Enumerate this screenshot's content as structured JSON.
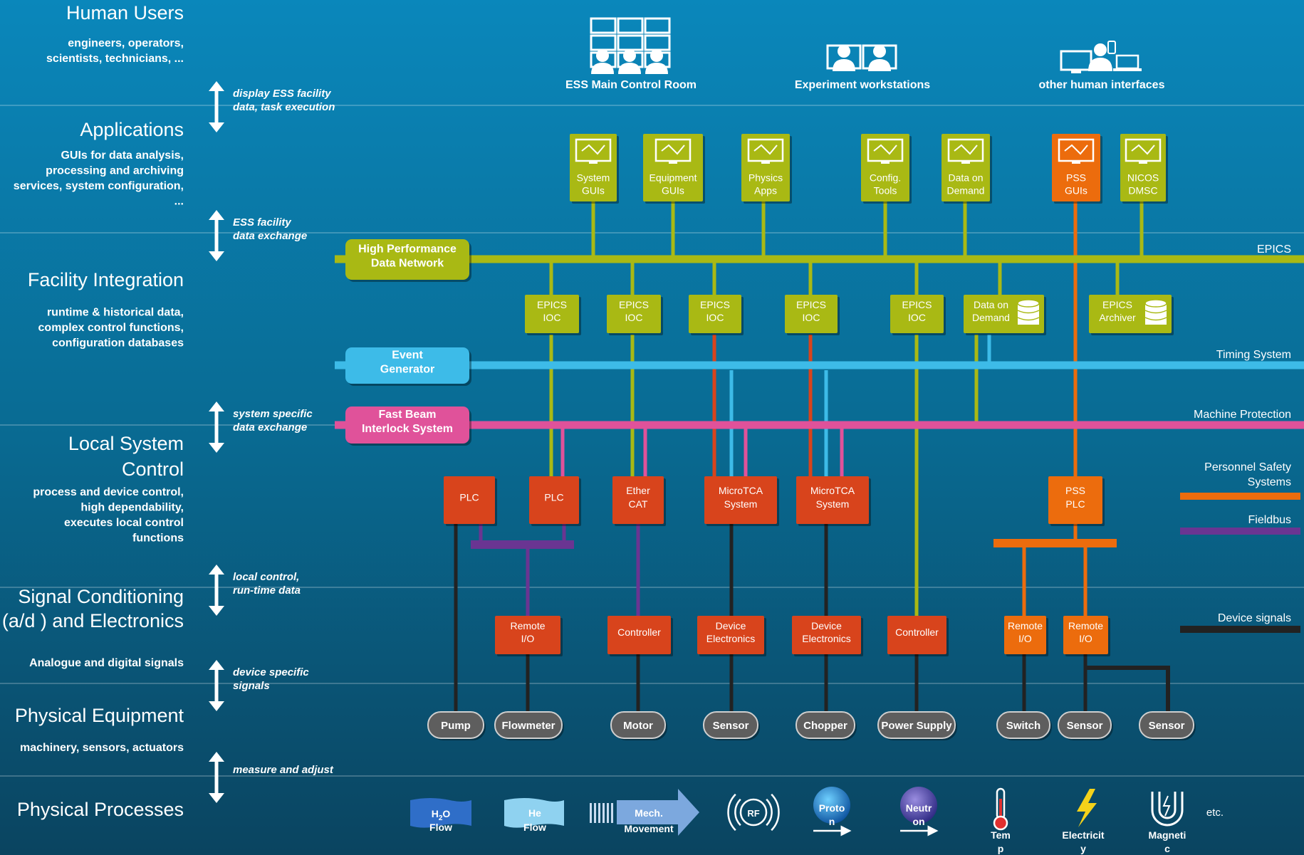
{
  "layers": [
    {
      "title": "Human Users",
      "desc": [
        "engineers, operators,",
        "scientists, technicians, ..."
      ]
    },
    {
      "title": "Applications",
      "desc": [
        "GUIs for data analysis,",
        "processing and archiving",
        "services, system configuration,",
        "..."
      ]
    },
    {
      "title": "Facility Integration",
      "desc": [
        "runtime & historical data,",
        "complex control functions,",
        "configuration databases"
      ]
    },
    {
      "title": "Local System Control",
      "desc": [
        "process and device control,",
        "high dependability,",
        "executes local control",
        "functions"
      ]
    },
    {
      "title": "Signal Conditioning (a/d ) and Electronics",
      "desc": [
        "Analogue and digital signals"
      ]
    },
    {
      "title": "Physical Equipment",
      "desc": [
        "machinery, sensors, actuators"
      ]
    },
    {
      "title": "Physical Processes",
      "desc": []
    }
  ],
  "interfaces": [
    [
      "display ESS facility",
      "data, task execution"
    ],
    [
      "ESS facility",
      "data exchange"
    ],
    [
      "system specific",
      "data exchange"
    ],
    [
      "local control,",
      "run-time data"
    ],
    [
      "device specific",
      "signals"
    ],
    [
      "measure and adjust"
    ]
  ],
  "users": [
    "ESS Main Control Room",
    "Experiment workstations",
    "other human interfaces"
  ],
  "apps": [
    [
      "System",
      "GUIs"
    ],
    [
      "Equipment",
      "GUIs"
    ],
    [
      "Physics",
      "Apps"
    ],
    [
      "Config.",
      "Tools"
    ],
    [
      "Data on",
      "Demand"
    ],
    [
      "PSS",
      "GUIs"
    ],
    [
      "NICOS",
      "DMSC"
    ]
  ],
  "networks": {
    "hpdn": [
      "High Performance",
      "Data Network"
    ],
    "event": [
      "Event",
      "Generator"
    ],
    "fbis": [
      "Fast Beam",
      "Interlock System"
    ]
  },
  "bus_labels": [
    "EPICS",
    "Timing System",
    "Machine Protection"
  ],
  "iocs": [
    [
      "EPICS",
      "IOC"
    ],
    [
      "EPICS",
      "IOC"
    ],
    [
      "EPICS",
      "IOC"
    ],
    [
      "EPICS",
      "IOC"
    ],
    [
      "EPICS",
      "IOC"
    ],
    [
      "Data on",
      "Demand"
    ],
    [
      "EPICS",
      "Archiver"
    ]
  ],
  "controllers": [
    [
      "PLC"
    ],
    [
      "PLC"
    ],
    [
      "Ether",
      "CAT"
    ],
    [
      "MicroTCA",
      "System"
    ],
    [
      "MicroTCA",
      "System"
    ],
    [
      "PSS",
      "PLC"
    ]
  ],
  "legend": [
    [
      "Personnel Safety",
      "Systems"
    ],
    [
      "Fieldbus"
    ],
    [
      "Device signals"
    ]
  ],
  "electronics": [
    [
      "Remote",
      "I/O"
    ],
    [
      "Controller"
    ],
    [
      "Device",
      "Electronics"
    ],
    [
      "Device",
      "Electronics"
    ],
    [
      "Controller"
    ],
    [
      "Remote",
      "I/O"
    ],
    [
      "Remote",
      "I/O"
    ]
  ],
  "equipment": [
    "Pump",
    "Flowmeter",
    "Motor",
    "Sensor",
    "Chopper",
    "Power Supply",
    "Switch",
    "Sensor",
    "Sensor"
  ],
  "processes": {
    "h2o": [
      "H",
      "2",
      "O",
      "Flow"
    ],
    "he": [
      "He",
      "Flow"
    ],
    "mech": [
      "Mech.",
      "Movement"
    ],
    "rf": "RF",
    "proton": [
      "Proto",
      "n"
    ],
    "neutron": [
      "Neutr",
      "on"
    ],
    "temp": [
      "Tem",
      "p"
    ],
    "elec": [
      "Electricit",
      "y"
    ],
    "mag": [
      "Magneti",
      "c"
    ],
    "etc": "etc."
  },
  "colors": {
    "epics": "#a9b914",
    "timing": "#3dbbe8",
    "mps": "#e0529a",
    "pss": "#ec6c0d",
    "fieldbus": "#6a3592",
    "device": "#222222",
    "red": "#d8441c",
    "gray": "#5e5e5e"
  }
}
